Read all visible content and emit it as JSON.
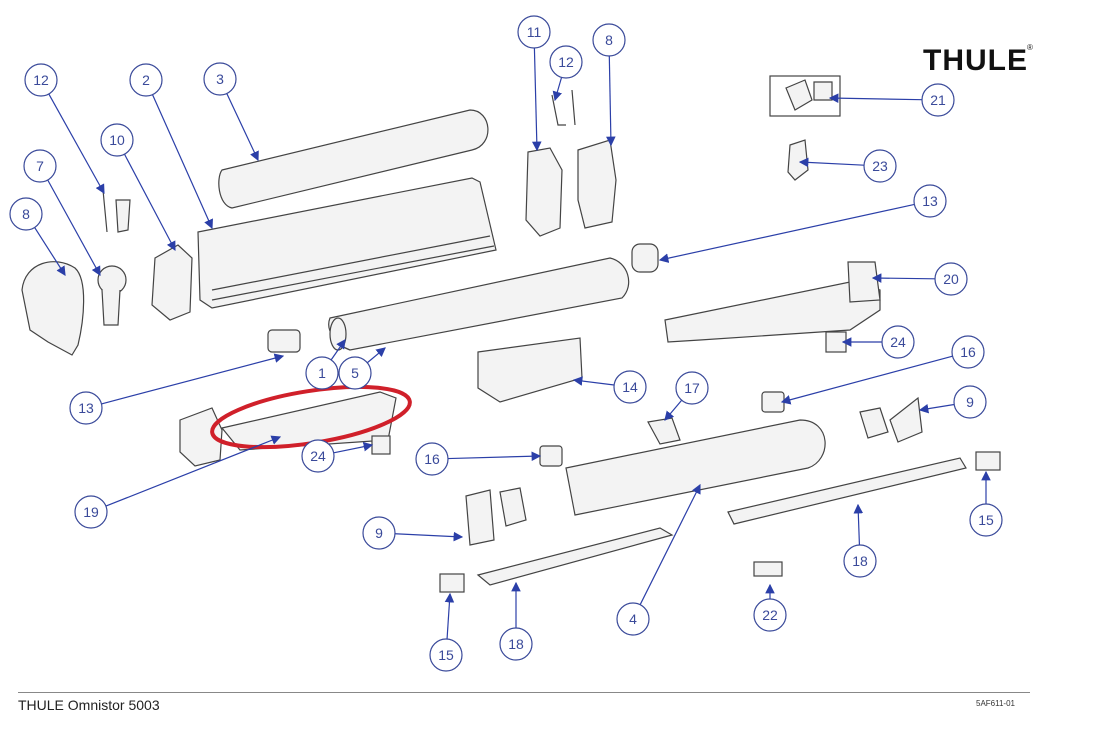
{
  "brand": {
    "name": "THULE",
    "trademark": "®"
  },
  "footer": {
    "title": "THULE Omnistor 5003",
    "code": "5AF611-01"
  },
  "colors": {
    "callout": "#3a4a9a",
    "leader": "#2b3fa8",
    "highlight": "#d0202a",
    "part_line": "#444444",
    "part_fill": "#f3f3f3"
  },
  "callouts": [
    "12",
    "2",
    "3",
    "10",
    "7",
    "8",
    "11",
    "12",
    "8",
    "21",
    "23",
    "13",
    "20",
    "13",
    "1",
    "5",
    "24",
    "16",
    "14",
    "17",
    "9",
    "19",
    "24",
    "16",
    "9",
    "15",
    "18",
    "22",
    "4",
    "18",
    "15"
  ],
  "highlight": {
    "shape": "ellipse",
    "target": "part 19"
  }
}
